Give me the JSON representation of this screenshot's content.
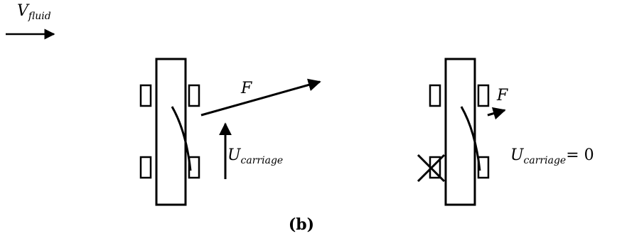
{
  "flow": {
    "label_main": "V",
    "label_sub": "fluid"
  },
  "left_panel": {
    "force_label": "F",
    "velocity_main": "U",
    "velocity_sub": "carriage"
  },
  "right_panel": {
    "force_label": "F",
    "velocity_main": "U",
    "velocity_sub": "carriage",
    "velocity_eq": "= 0"
  },
  "caption": "(b)"
}
